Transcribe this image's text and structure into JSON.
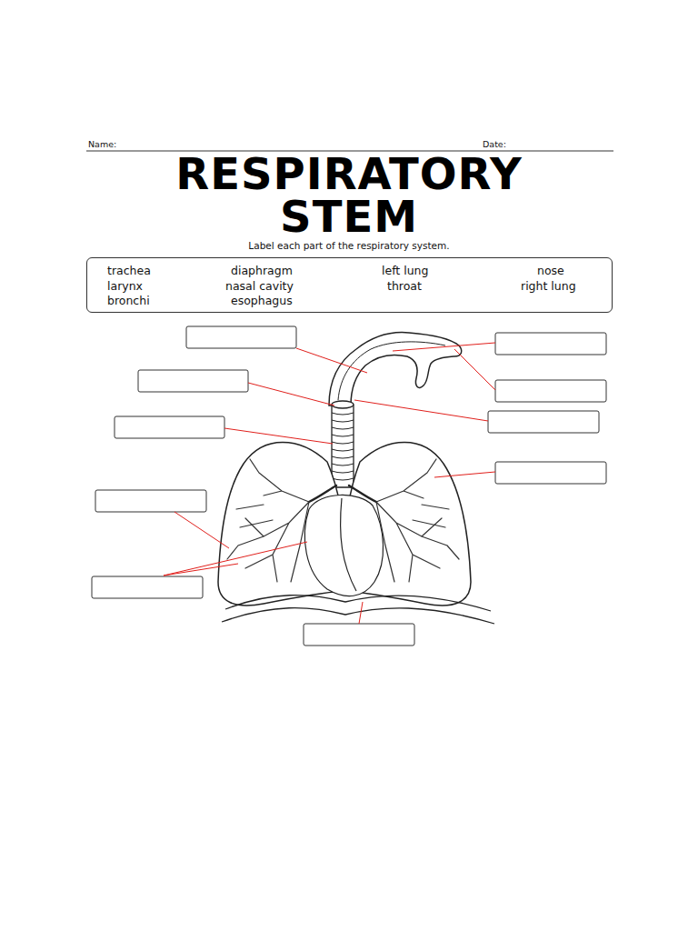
{
  "diagram": {
    "title": "RESPIRATORY STEM",
    "nodes": [
      {
        "text": [
          "trachea",
          "diaphragm",
          "left lung",
          "nose",
          "larynx",
          "nasal cavity",
          "throat",
          "right lung",
          "bronchi",
          "esophagus"
        ]
      }
    ],
    "labels": [
      "Name:",
      "Date:",
      "Label each part of the respiratory system."
    ]
  }
}
